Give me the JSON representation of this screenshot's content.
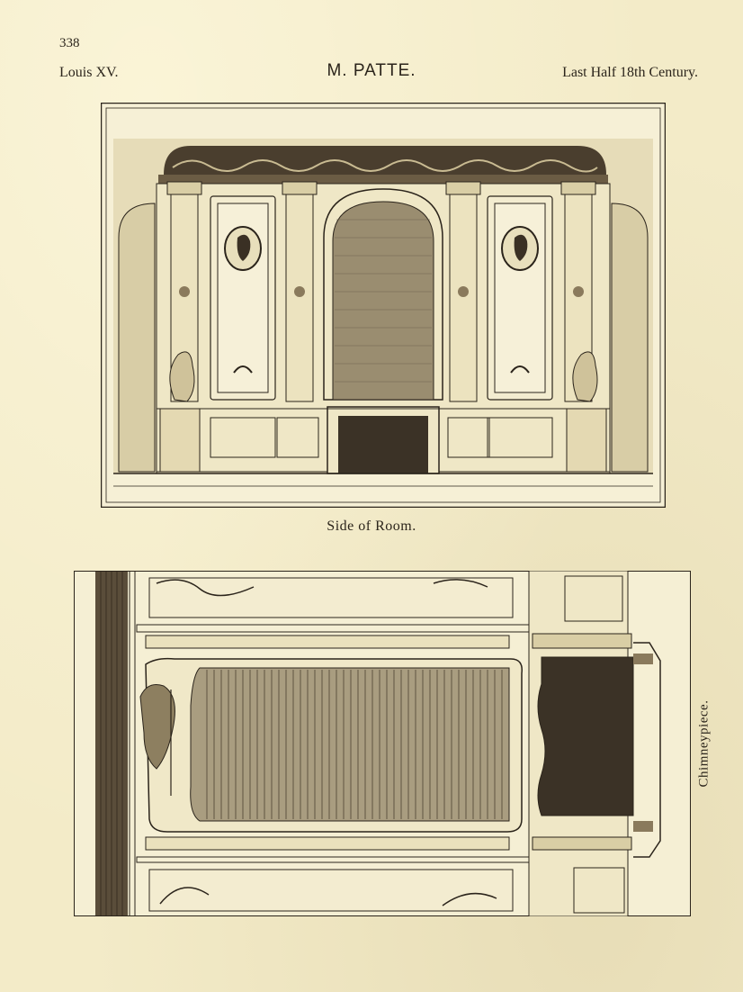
{
  "page": {
    "number": "338",
    "header_left": "Louis XV.",
    "header_center": "M. PATTE.",
    "header_right": "Last Half 18th Century."
  },
  "plates": [
    {
      "caption": "Side of Room."
    },
    {
      "caption": "Chimneypiece."
    }
  ],
  "colors": {
    "paper": "#f3ebc8",
    "ink": "#2b241b"
  }
}
